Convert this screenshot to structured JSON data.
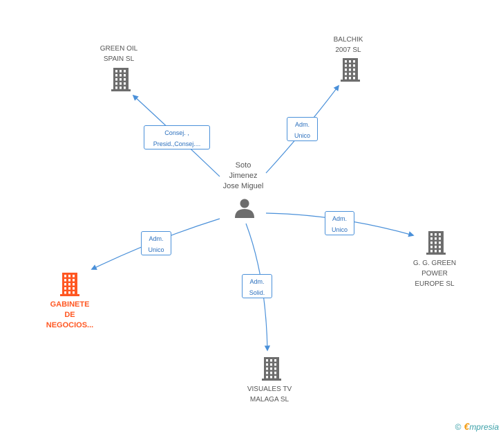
{
  "center": {
    "name": "Soto\nJimenez\nJose Miguel",
    "icon": "person-icon"
  },
  "companies": [
    {
      "id": "green-oil",
      "name": "GREEN OIL\nSPAIN SL",
      "icon": "building-icon"
    },
    {
      "id": "balchik",
      "name": "BALCHIK\n2007 SL",
      "icon": "building-icon"
    },
    {
      "id": "gg-green",
      "name": "G.  G. GREEN\nPOWER\nEUROPE SL",
      "icon": "building-icon"
    },
    {
      "id": "gabinete",
      "name": "GABINETE\nDE\nNEGOCIOS...",
      "icon": "building-icon",
      "highlight": true
    },
    {
      "id": "visuales",
      "name": "VISUALES TV\nMALAGA  SL",
      "icon": "building-icon"
    }
  ],
  "relations": [
    {
      "to": "green-oil",
      "label": "Consej. ,\nPresid.,Consej...."
    },
    {
      "to": "balchik",
      "label": "Adm.\nUnico"
    },
    {
      "to": "gg-green",
      "label": "Adm.\nUnico"
    },
    {
      "to": "gabinete",
      "label": "Adm.\nUnico"
    },
    {
      "to": "visuales",
      "label": "Adm.\nSolid."
    }
  ],
  "colors": {
    "edge": "#4a90d9",
    "building": "#6d6d6d",
    "focus": "#ff5722",
    "person": "#6d6d6d"
  },
  "brand": {
    "copyright": "©",
    "initial": "€",
    "name": "mpresia"
  }
}
